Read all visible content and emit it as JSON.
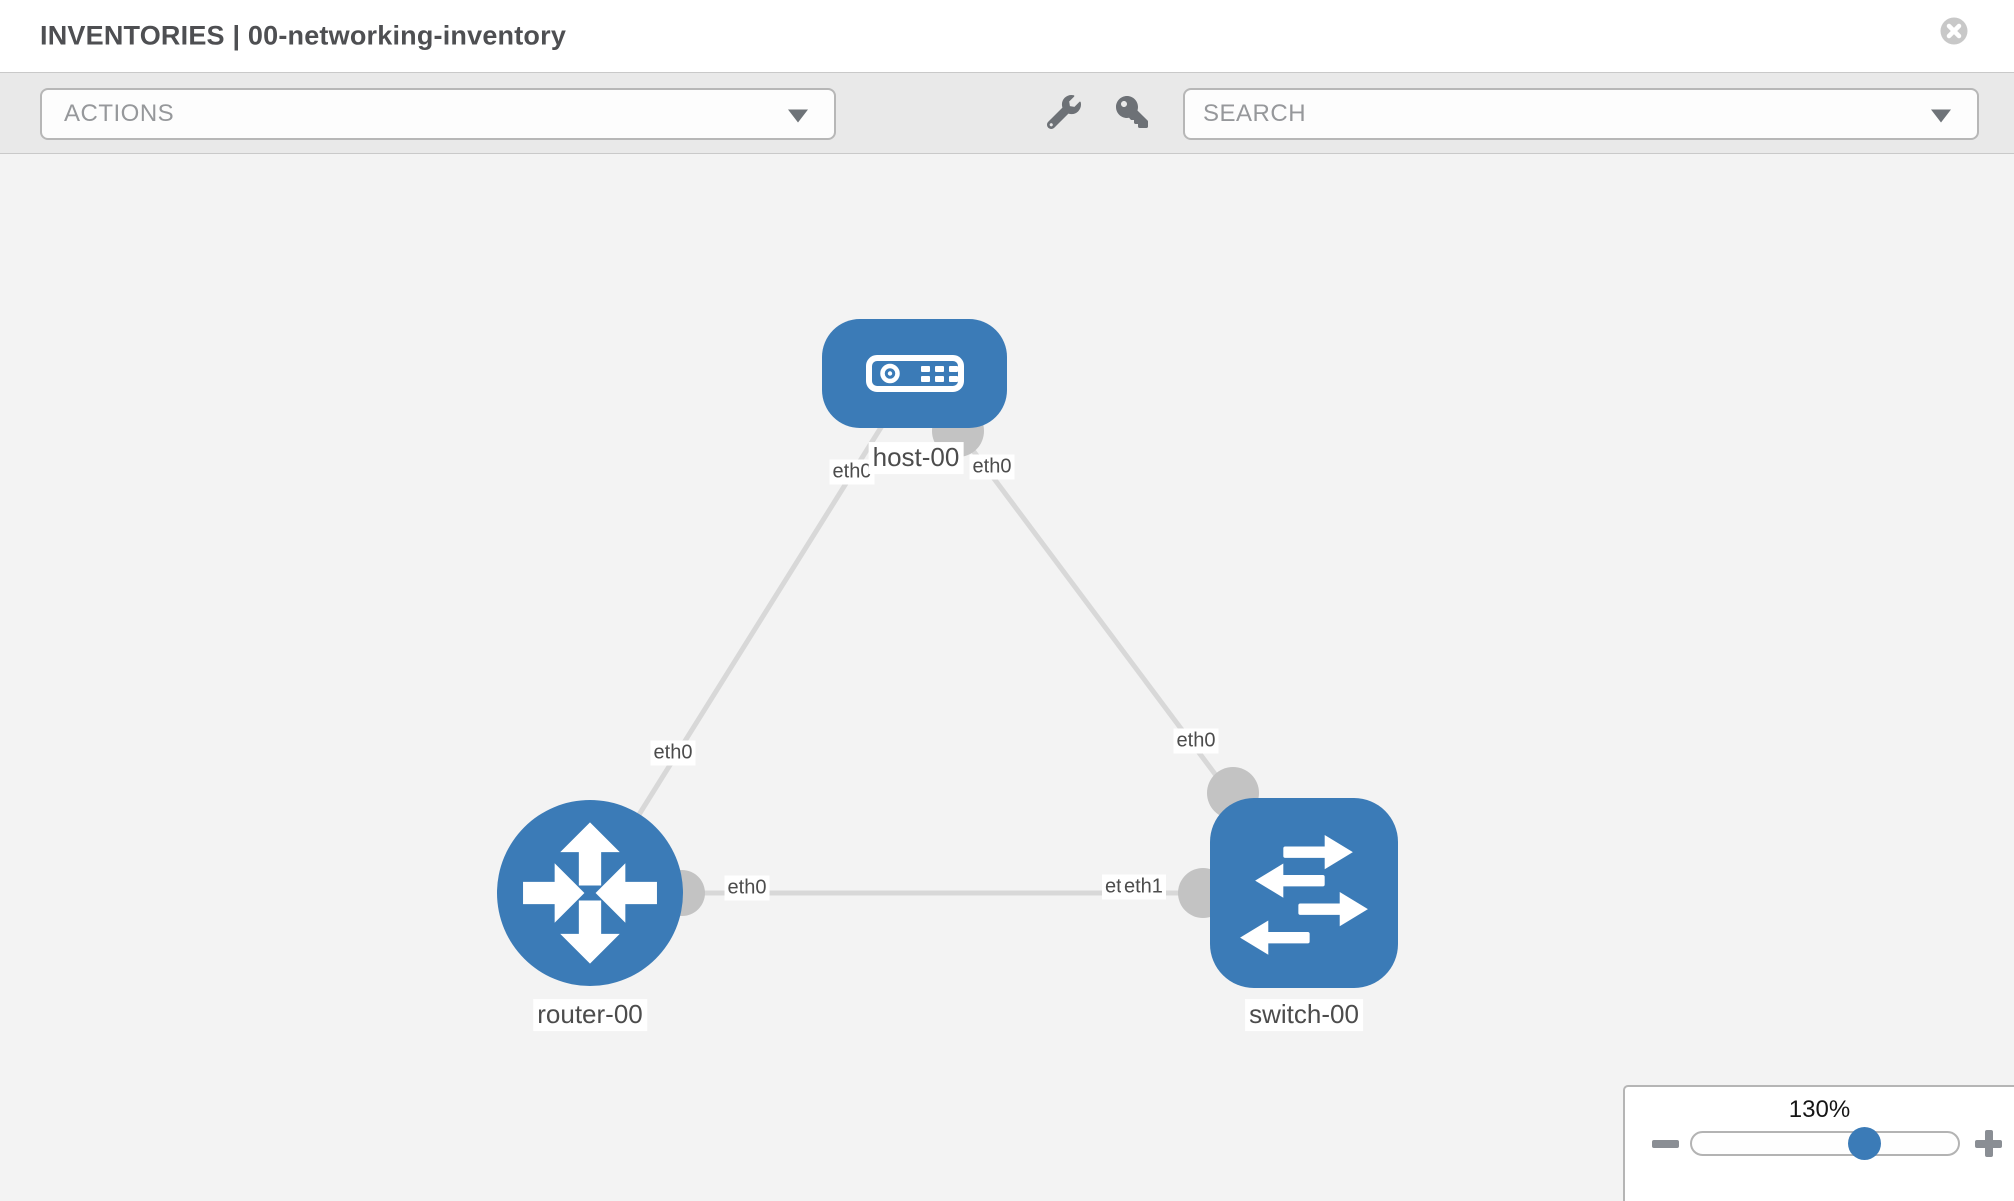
{
  "window": {
    "title": "INVENTORIES | 00-networking-inventory"
  },
  "toolbar": {
    "actions_label": "ACTIONS",
    "search_placeholder": "SEARCH"
  },
  "icons": {
    "close": "close-icon",
    "wrench": "wrench-icon",
    "key": "key-icon",
    "caret": "chevron-down-icon",
    "zoom_out": "minus-icon",
    "zoom_in": "plus-icon"
  },
  "diagram": {
    "nodes": [
      {
        "label": "host-00",
        "type": "host"
      },
      {
        "label": "router-00",
        "type": "router"
      },
      {
        "label": "switch-00",
        "type": "switch"
      }
    ],
    "links": [
      {
        "from": "router-00",
        "from_port": "eth0",
        "to": "host-00",
        "to_port": "eth0"
      },
      {
        "from": "switch-00",
        "from_port": "eth0",
        "to": "host-00",
        "to_port": "eth0"
      },
      {
        "from": "router-00",
        "from_port": "eth0",
        "to": "switch-00",
        "to_port": "eth1",
        "to_port_obscured": "eth0"
      }
    ]
  },
  "zoom": {
    "level": "130%"
  },
  "colors": {
    "node_blue": "#3b7bb7",
    "link_gray": "#d8d8d8",
    "endpoint_gray": "#c3c3c3",
    "canvas_bg": "#f3f3f3",
    "toolbar_bg": "#e9e9e9",
    "panel_border": "#b5b5b5"
  }
}
